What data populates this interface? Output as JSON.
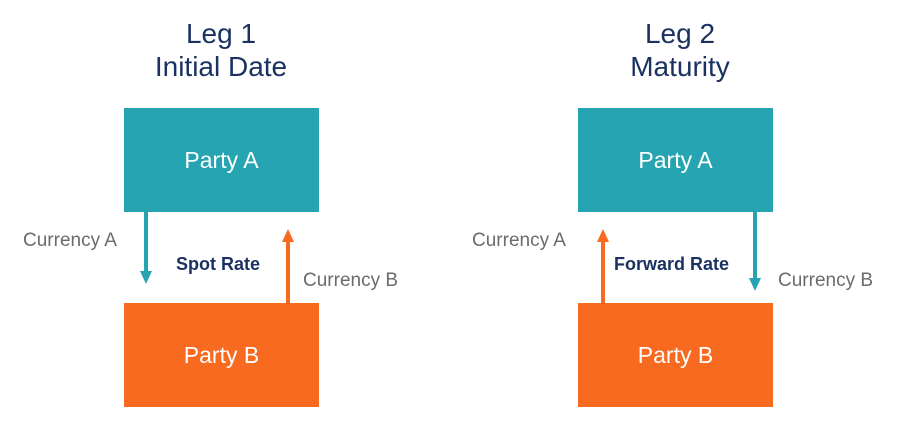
{
  "colors": {
    "teal": "#26a4b1",
    "orange": "#f76a1f",
    "navy": "#1b3261",
    "gray": "#6b6b6b"
  },
  "legs": [
    {
      "title_line1": "Leg 1",
      "title_line2": "Initial Date",
      "top_box": "Party A",
      "bottom_box": "Party B",
      "left_label": "Currency A",
      "rate_label": "Spot Rate",
      "right_label": "Currency B"
    },
    {
      "title_line1": "Leg 2",
      "title_line2": "Maturity",
      "top_box": "Party A",
      "bottom_box": "Party B",
      "left_label": "Currency A",
      "rate_label": "Forward Rate",
      "right_label": "Currency B"
    }
  ]
}
